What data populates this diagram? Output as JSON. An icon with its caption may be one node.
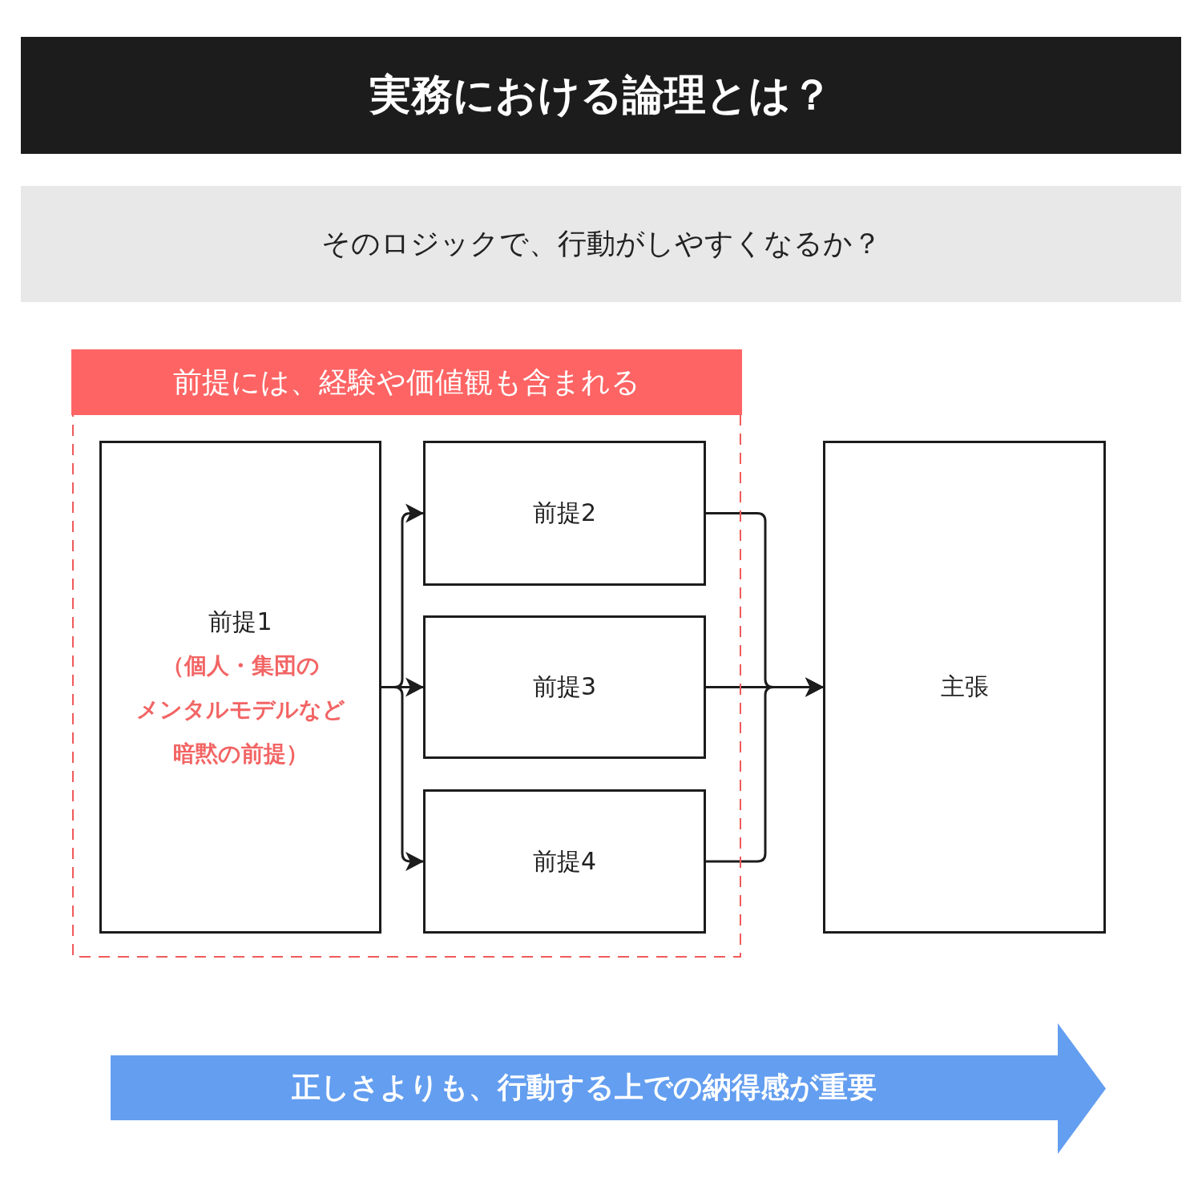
{
  "diagram": {
    "title": "実務における論理とは？",
    "nodes": [
      {
        "text": [
          "そのロジックで、行動がしやすくなるか？"
        ]
      },
      {
        "text": [
          "前提には、経験や価値観も含まれる"
        ]
      },
      {
        "text": [
          "前提1",
          "（個人・集団のメンタルモデルなど暗黙の前提）"
        ],
        "in": 1
      },
      {
        "text": [
          "前提2"
        ],
        "in": 1
      },
      {
        "text": [
          "前提3"
        ],
        "in": 1
      },
      {
        "text": [
          "前提4"
        ],
        "in": 1
      },
      {
        "text": [
          "主張"
        ]
      },
      {
        "text": [
          "正しさよりも、行動する上での納得感が重要"
        ]
      }
    ],
    "edges": [
      {
        "from": 2,
        "to": 3,
        "arrow": "to"
      },
      {
        "from": 2,
        "to": 4,
        "arrow": "to"
      },
      {
        "from": 2,
        "to": 5,
        "arrow": "to"
      },
      {
        "from": 3,
        "to": 6,
        "arrow": "to"
      },
      {
        "from": 4,
        "to": 6,
        "arrow": "to"
      },
      {
        "from": 5,
        "to": 6,
        "arrow": "to"
      }
    ]
  }
}
